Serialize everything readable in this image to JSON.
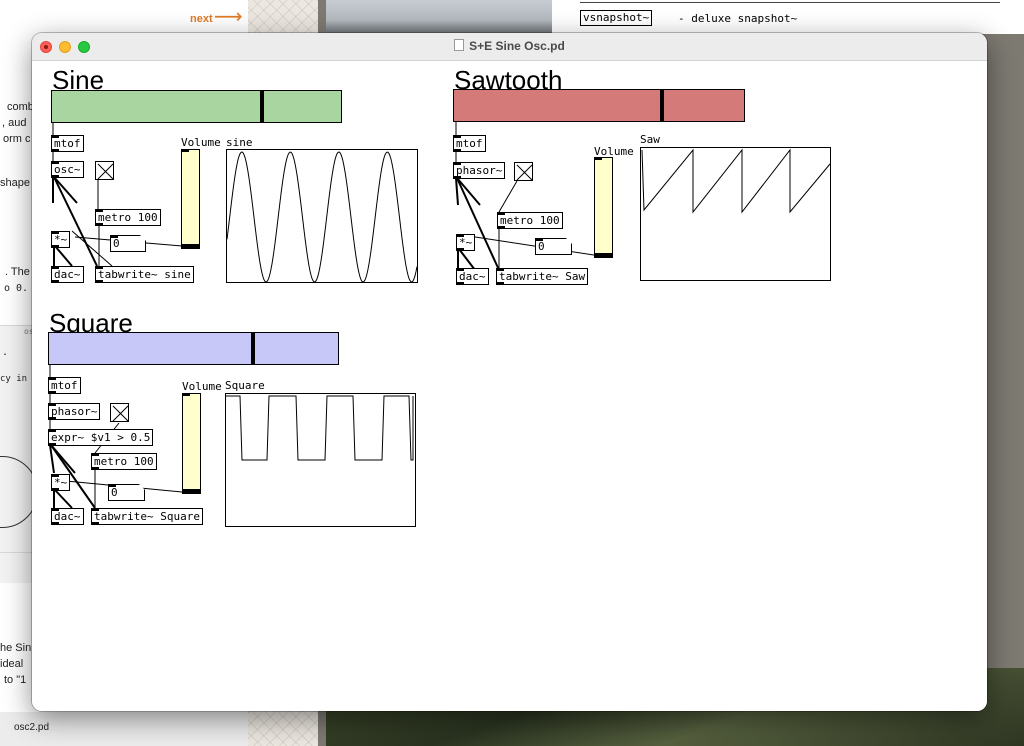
{
  "background": {
    "next_link": "next",
    "vsnapshot": {
      "object": "vsnapshot~",
      "description": "- deluxe snapshot~"
    },
    "left_fragments": [
      "comb",
      ", aud",
      "orm c",
      "shape",
      ". The",
      "o 0. (",
      ".",
      "cy in",
      "he Sin",
      "ideal",
      "to \"1"
    ],
    "osc_fragment": "os",
    "file_label": "osc2.pd"
  },
  "window": {
    "title": "S+E Sine Osc.pd"
  },
  "sine": {
    "title": "Sine",
    "slider_color": "#a8d5a0",
    "slider_value": 0.73,
    "objects": {
      "mtof": "mtof",
      "osc": "osc~",
      "metro": "metro 100",
      "mul": "*~",
      "number": "0",
      "dac": "dac~",
      "tabwrite": "tabwrite~ sine"
    },
    "volume_label": "Volume",
    "volume_level": 0.0,
    "graph_label": "sine"
  },
  "sawtooth": {
    "title": "Sawtooth",
    "slider_color": "#d47a78",
    "slider_value": 0.72,
    "objects": {
      "mtof": "mtof",
      "phasor": "phasor~",
      "metro": "metro 100",
      "mul": "*~",
      "number": "0",
      "dac": "dac~",
      "tabwrite": "tabwrite~ Saw"
    },
    "volume_label": "Volume",
    "volume_level": 0.0,
    "graph_label": "Saw"
  },
  "square": {
    "title": "Square",
    "slider_color": "#c8c8f8",
    "slider_value": 0.71,
    "objects": {
      "mtof": "mtof",
      "phasor": "phasor~",
      "expr": "expr~ $v1 > 0.5",
      "metro": "metro 100",
      "mul": "*~",
      "number": "0",
      "dac": "dac~",
      "tabwrite": "tabwrite~ Square"
    },
    "volume_label": "Volume",
    "volume_level": 0.0,
    "graph_label": "Square"
  }
}
